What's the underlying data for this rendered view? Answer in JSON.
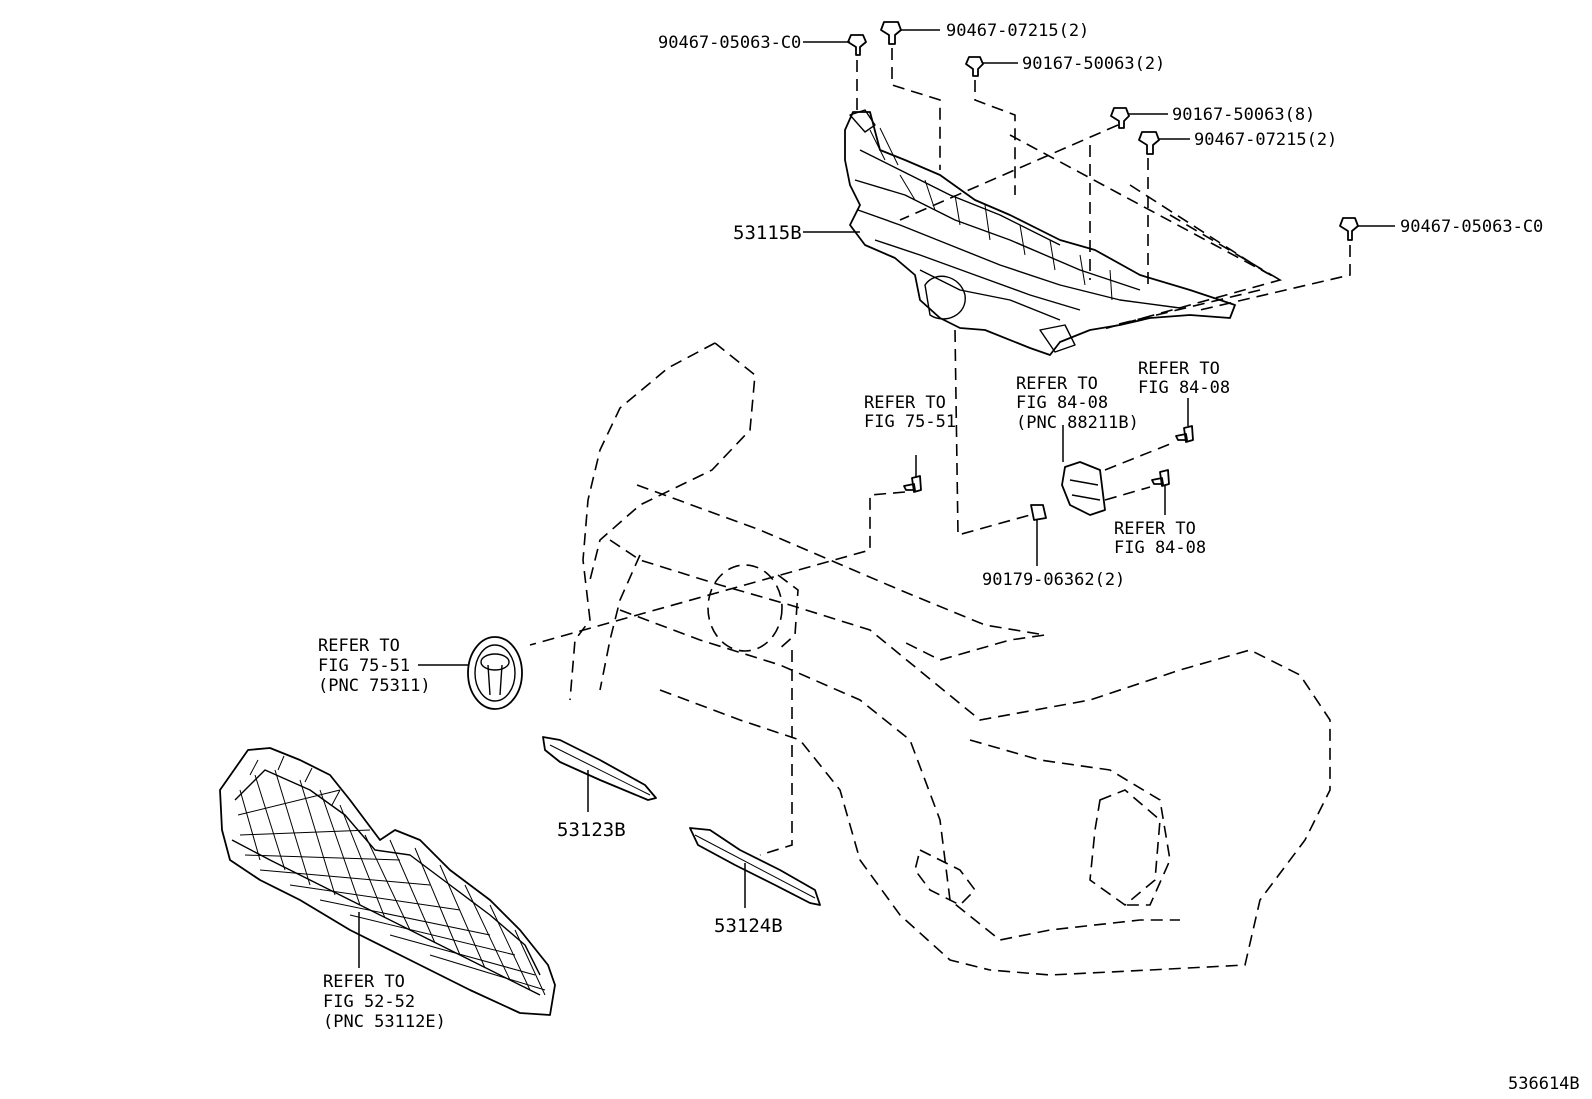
{
  "labels": {
    "clip_90467_05063_top": "90467-05063-C0",
    "clip_90467_07215_top": "90467-07215(2)",
    "screw_90167_50063_top": "90167-50063(2)",
    "screw_90167_50063_mid": "90167-50063(8)",
    "clip_90467_07215_mid": "90467-07215(2)",
    "clip_90467_05063_right": "90467-05063-C0",
    "part_53115B": "53115B",
    "part_53123B": "53123B",
    "part_53124B": "53124B",
    "nut_90179_06362": "90179-06362(2)",
    "diagram_id": "536614B"
  },
  "refs": {
    "ref_fig_75_51_bolt": [
      "REFER TO",
      "FIG 75-51"
    ],
    "ref_fig_84_08_sensor": [
      "REFER TO",
      "FIG 84-08",
      "(PNC 88211B)"
    ],
    "ref_fig_84_08_top": [
      "REFER TO",
      "FIG 84-08"
    ],
    "ref_fig_84_08_bottom": [
      "REFER TO",
      "FIG 84-08"
    ],
    "ref_fig_75_51_emblem": [
      "REFER TO",
      "FIG 75-51",
      "(PNC 75311)"
    ],
    "ref_fig_52_52_grille": [
      "REFER TO",
      "FIG 52-52",
      "(PNC 53112E)"
    ]
  }
}
